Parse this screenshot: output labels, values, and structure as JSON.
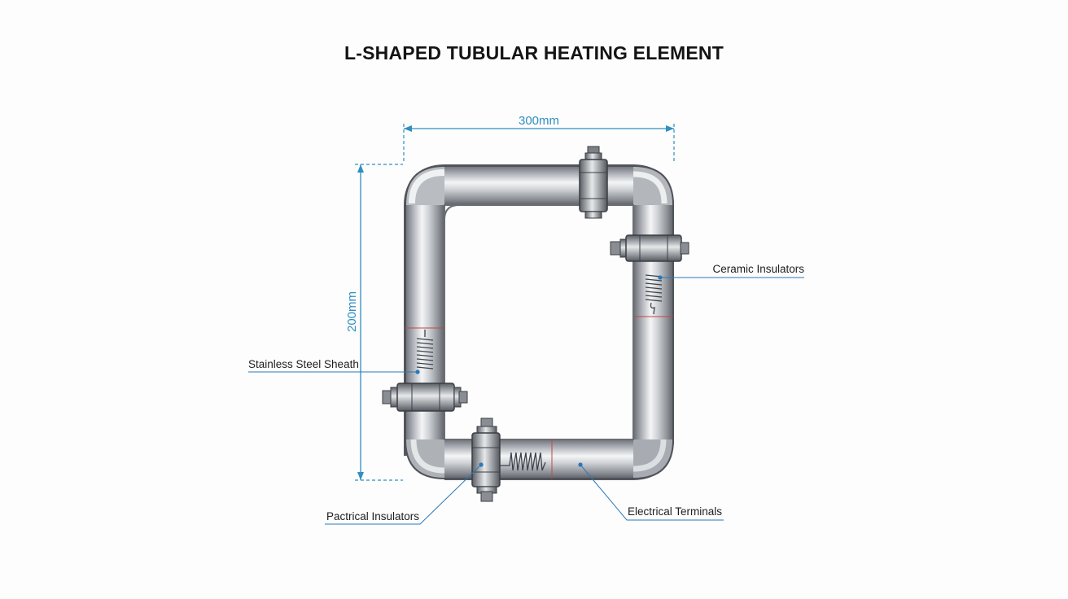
{
  "title": "L-SHAPED TUBULAR HEATING ELEMENT",
  "dimensions": {
    "width": "300mm",
    "height": "200mm"
  },
  "callouts": {
    "ceramic_insulators": "Ceramic Insulators",
    "stainless_steel_sheath": "Stainless Steel Sheath",
    "pactrical_insulators": "Pactrical Insulators",
    "electrical_terminals": "Electrical Terminals"
  },
  "colors": {
    "dimension_line": "#2f8fc0",
    "leader_line": "#2a78b8",
    "tube_metal": "#b8bcc2",
    "background": "#fdfdfd"
  }
}
